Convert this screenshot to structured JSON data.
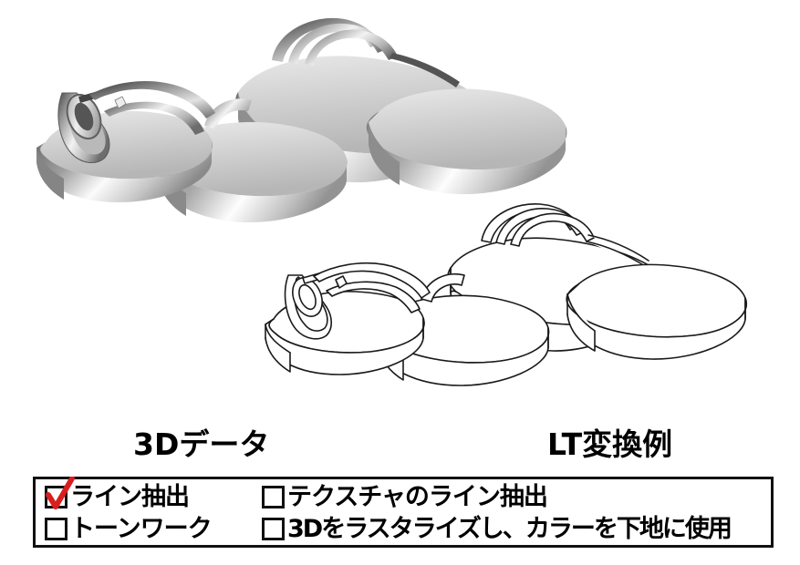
{
  "figure": {
    "captions": {
      "source_label": "3Dデータ",
      "converted_label": "LT変換例"
    },
    "panels": [
      {
        "name": "3d-shaded-render",
        "description": "3Dデータ",
        "style": "grayscale shaded render of sandals"
      },
      {
        "name": "lt-line-art",
        "description": "LT変換例",
        "style": "black line art outline of the same sandals"
      }
    ]
  },
  "options_panel": {
    "columns": [
      {
        "name": "left",
        "items": [
          {
            "label": "ライン抽出",
            "checked": true
          },
          {
            "label": "トーンワーク",
            "checked": false
          }
        ]
      },
      {
        "name": "right",
        "items": [
          {
            "label": "テクスチャのライン抽出",
            "checked": false
          },
          {
            "label": "3Dをラスタライズし、カラーを下地に使用",
            "checked": false
          }
        ]
      }
    ]
  },
  "colors": {
    "check_red": "#D81E1E",
    "ink": "#111111",
    "background": "#FFFFFF"
  }
}
